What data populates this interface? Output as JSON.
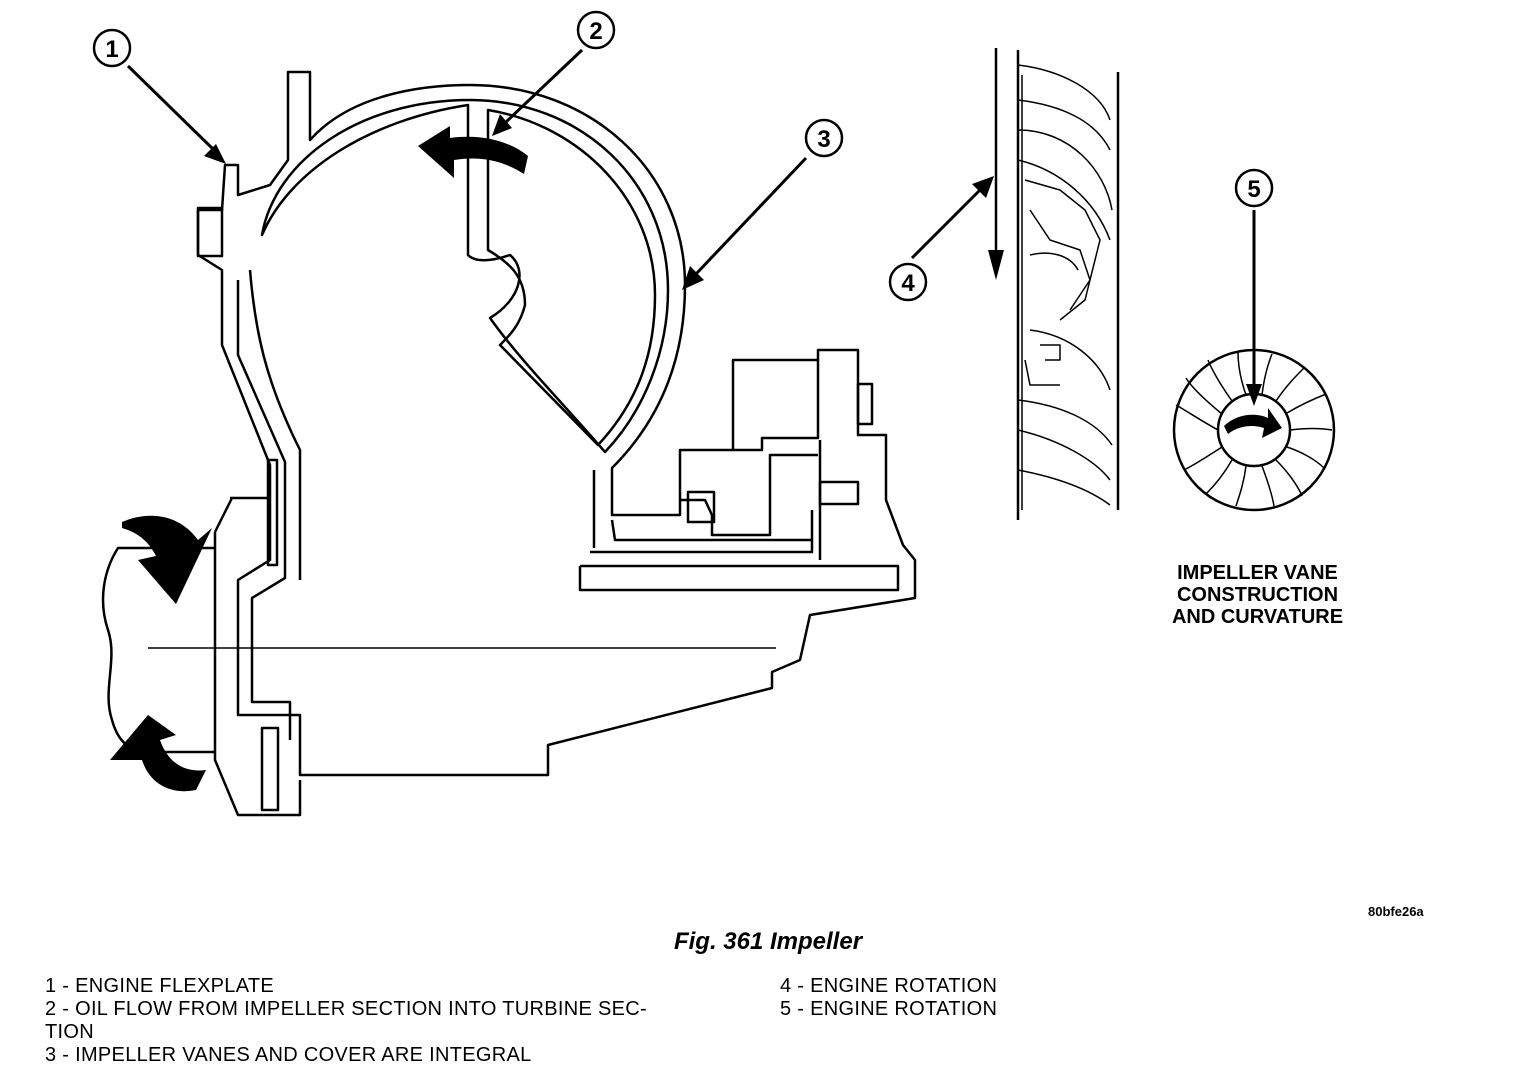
{
  "callouts": [
    "1",
    "2",
    "3",
    "4",
    "5"
  ],
  "impeller_caption": [
    "IMPELLER VANE",
    "CONSTRUCTION",
    "AND CURVATURE"
  ],
  "drawing_id": "80bfe26a",
  "figure_title": "Fig. 361 Impeller",
  "legend": {
    "left": [
      "1 - ENGINE FLEXPLATE",
      "2 - OIL FLOW FROM IMPELLER SECTION INTO TURBINE SEC-",
      "TION",
      "3 - IMPELLER VANES AND COVER ARE INTEGRAL"
    ],
    "right": [
      "4 - ENGINE ROTATION",
      "5 - ENGINE ROTATION"
    ]
  }
}
